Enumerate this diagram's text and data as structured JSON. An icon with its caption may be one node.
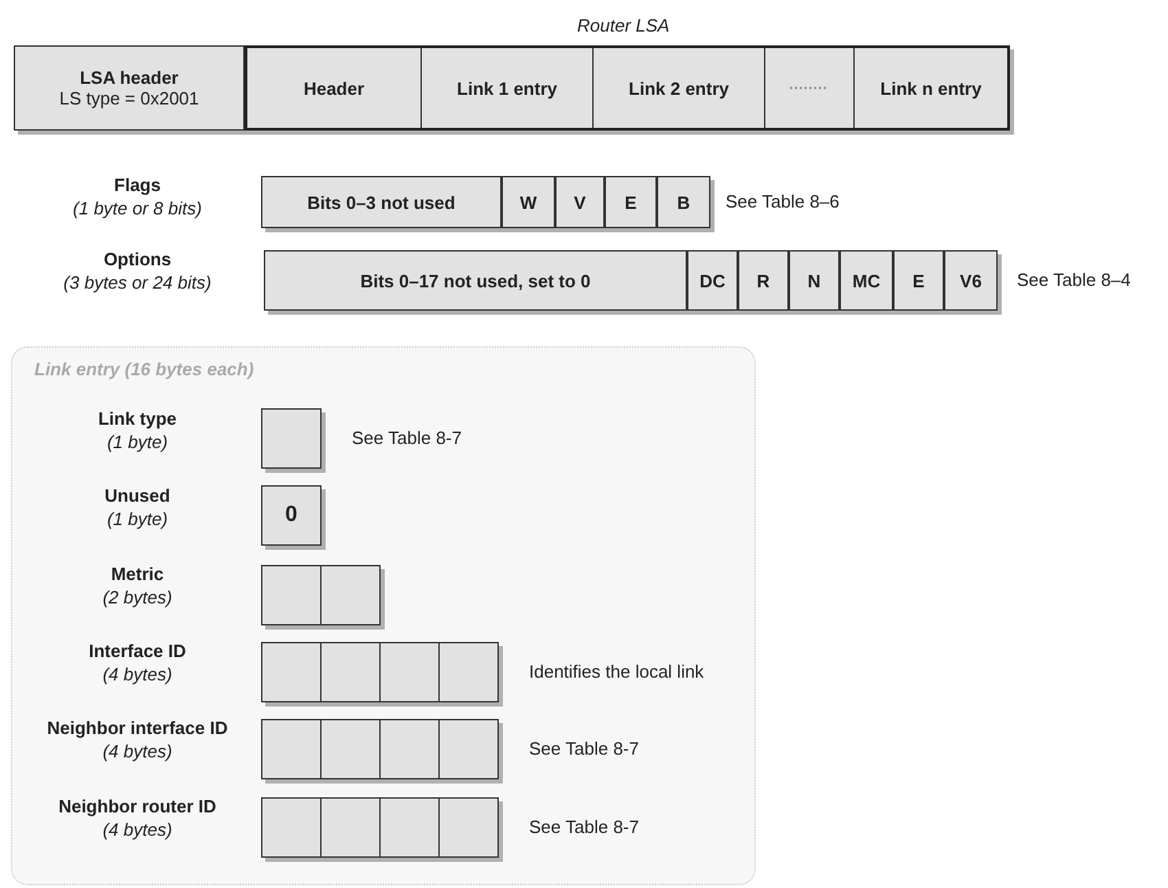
{
  "diagram": {
    "nodes": [
      {
        "text": [
          "LSA header",
          "LS type = 0x2001"
        ]
      },
      {
        "text": [
          "Router LSA"
        ]
      },
      {
        "text": [
          "Header"
        ],
        "in": 1
      },
      {
        "text": [
          "Link 1 entry"
        ],
        "in": 1
      },
      {
        "text": [
          "Link 2 entry"
        ],
        "in": 1
      },
      {
        "text": [],
        "shape": "box",
        "in": 1
      },
      {
        "text": [
          "Link n entry"
        ],
        "in": 1
      },
      {
        "text": [
          "Bits 0–3 not used"
        ]
      },
      {
        "text": [
          "W"
        ]
      },
      {
        "text": [
          "V"
        ]
      },
      {
        "text": [
          "E"
        ]
      },
      {
        "text": [
          "B"
        ]
      },
      {
        "text": [
          "Bits 0–17 not used, set to 0"
        ]
      },
      {
        "text": [
          "DC"
        ]
      },
      {
        "text": [
          "R"
        ]
      },
      {
        "text": [
          "N"
        ]
      },
      {
        "text": [
          "MC"
        ]
      },
      {
        "text": [
          "E"
        ]
      },
      {
        "text": [
          "V6"
        ]
      },
      {
        "text": [
          "Link entry (16 bytes each)"
        ]
      },
      {
        "text": [],
        "shape": "box",
        "in": 19
      },
      {
        "text": [
          "0"
        ],
        "in": 19
      },
      {
        "text": [],
        "shape": "box",
        "in": 19
      },
      {
        "text": [],
        "shape": "box",
        "in": 19
      },
      {
        "text": [],
        "shape": "box",
        "in": 19
      },
      {
        "text": [],
        "shape": "box",
        "in": 19
      },
      {
        "text": [],
        "shape": "box",
        "in": 19
      },
      {
        "text": [],
        "shape": "box",
        "in": 19
      },
      {
        "text": [],
        "shape": "box",
        "in": 19
      },
      {
        "text": [],
        "shape": "box",
        "in": 19
      },
      {
        "text": [],
        "shape": "box",
        "in": 19
      },
      {
        "text": [],
        "shape": "box",
        "in": 19
      },
      {
        "text": [],
        "shape": "box",
        "in": 19
      },
      {
        "text": [],
        "shape": "box",
        "in": 19
      },
      {
        "text": [],
        "shape": "box",
        "in": 19
      },
      {
        "text": [],
        "shape": "box",
        "in": 19
      }
    ],
    "labels": [
      "Flags",
      "(1 byte or 8 bits)",
      "See Table 8–6",
      "Options",
      "(3 bytes or 24 bits)",
      "See Table 8–4",
      "Link type",
      "(1 byte)",
      "See Table 8-7",
      "Unused",
      "(1 byte)",
      "Metric",
      "(2 bytes)",
      "Interface ID",
      "(4 bytes)",
      "Identifies the local link",
      "Neighbor interface ID",
      "(4 bytes)",
      "See Table 8-7",
      "Neighbor router ID",
      "(4 bytes)",
      "See Table 8-7"
    ]
  }
}
